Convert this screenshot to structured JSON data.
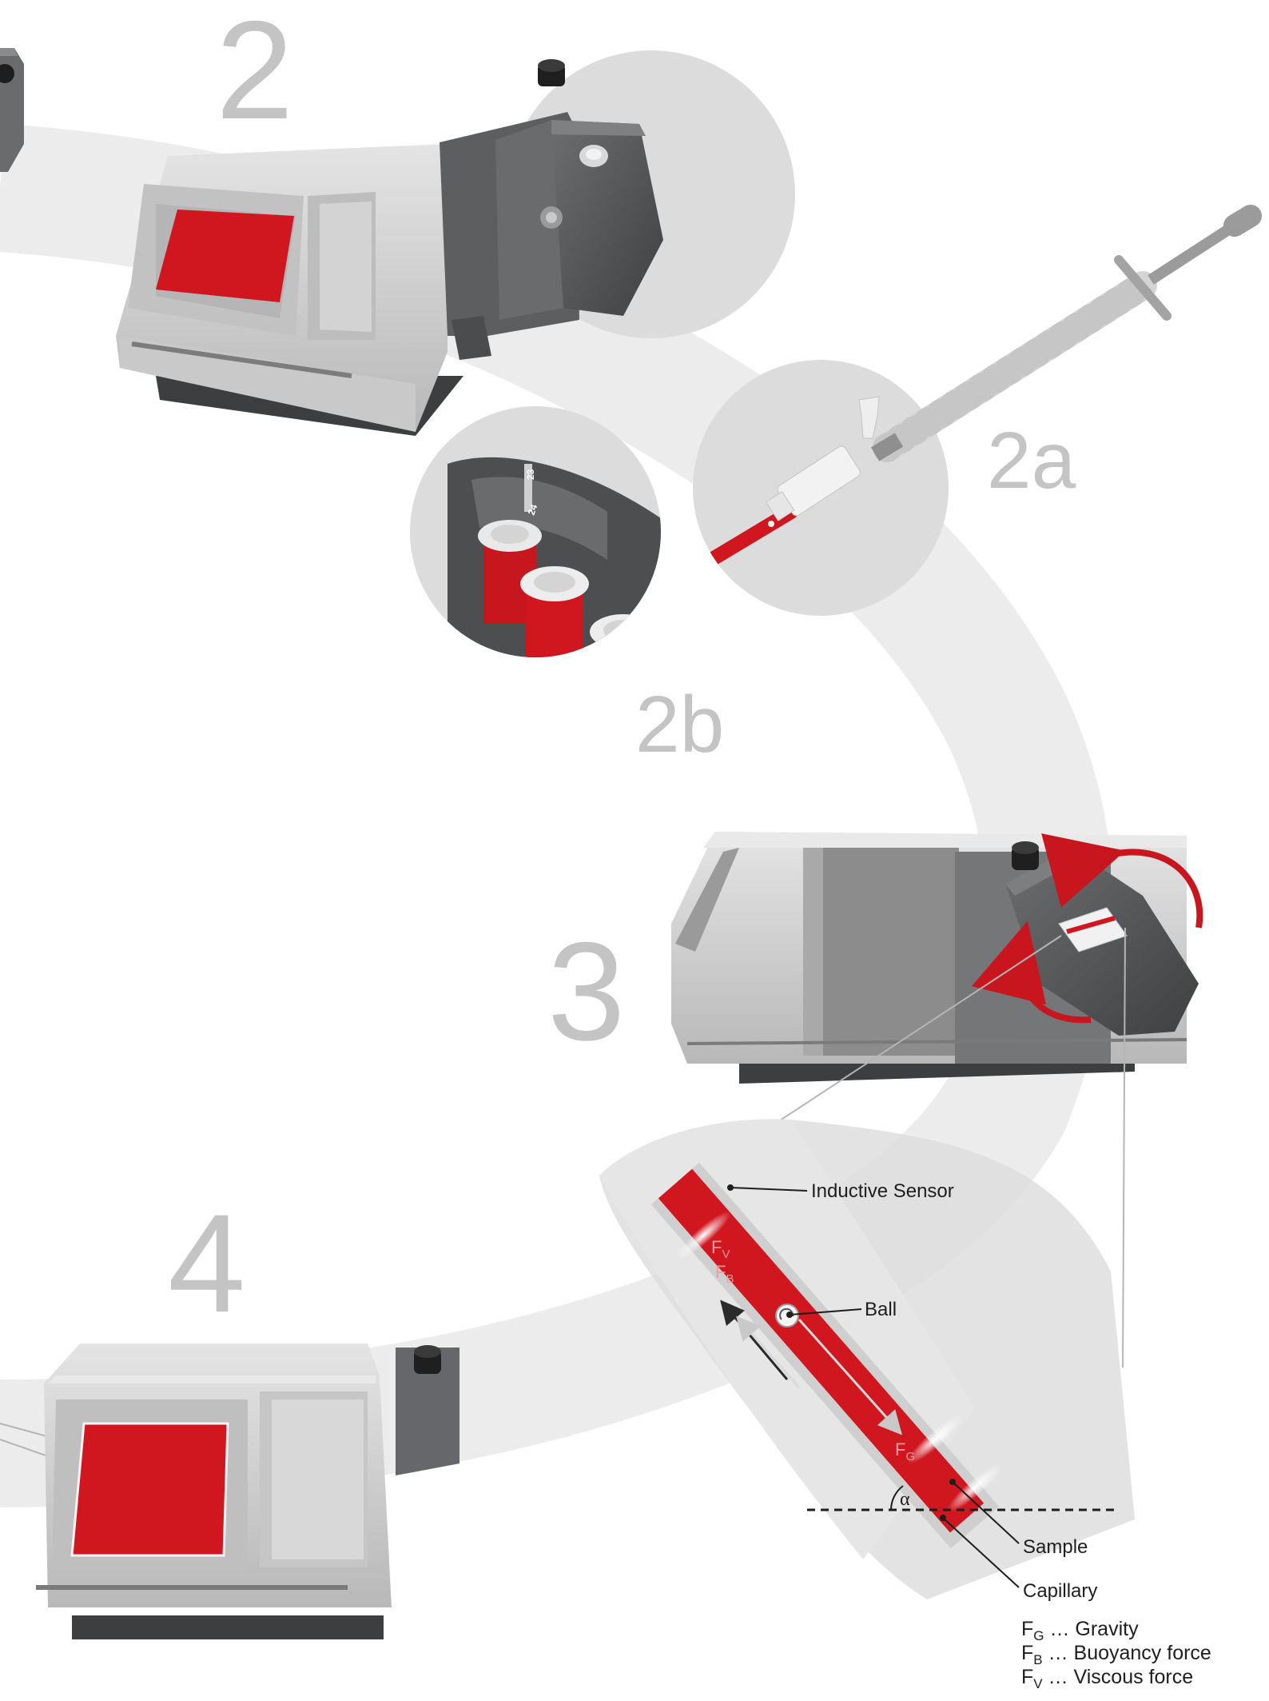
{
  "steps": {
    "step_2": "2",
    "step_2a": "2a",
    "step_2b": "2b",
    "step_3": "3",
    "step_4": "4"
  },
  "callouts": {
    "inductive_sensor": "Inductive Sensor",
    "ball": "Ball",
    "sample": "Sample",
    "capillary": "Capillary",
    "angle": "α"
  },
  "forces": {
    "viscous": {
      "symbol": "F",
      "subscript": "V"
    },
    "buoyancy": {
      "symbol": "F",
      "subscript": "B"
    },
    "gravity": {
      "symbol": "F",
      "subscript": "G"
    }
  },
  "legend": [
    {
      "symbol": "F",
      "subscript": "G",
      "description": " … Gravity"
    },
    {
      "symbol": "F",
      "subscript": "B",
      "description": " … Buoyancy force"
    },
    {
      "symbol": "F",
      "subscript": "V",
      "description": " … Viscous force"
    }
  ],
  "carousel_labels": {
    "slot_a": "23",
    "slot_b": "24"
  },
  "colors": {
    "accent_red": "#d0161f",
    "device_light": "#d9d9d9",
    "device_dark": "#5e5f61",
    "path_grey": "#ececec",
    "circle_grey": "#dcdcdc"
  },
  "icons": [
    "rotation-icon",
    "rotation-arrow-icon"
  ]
}
